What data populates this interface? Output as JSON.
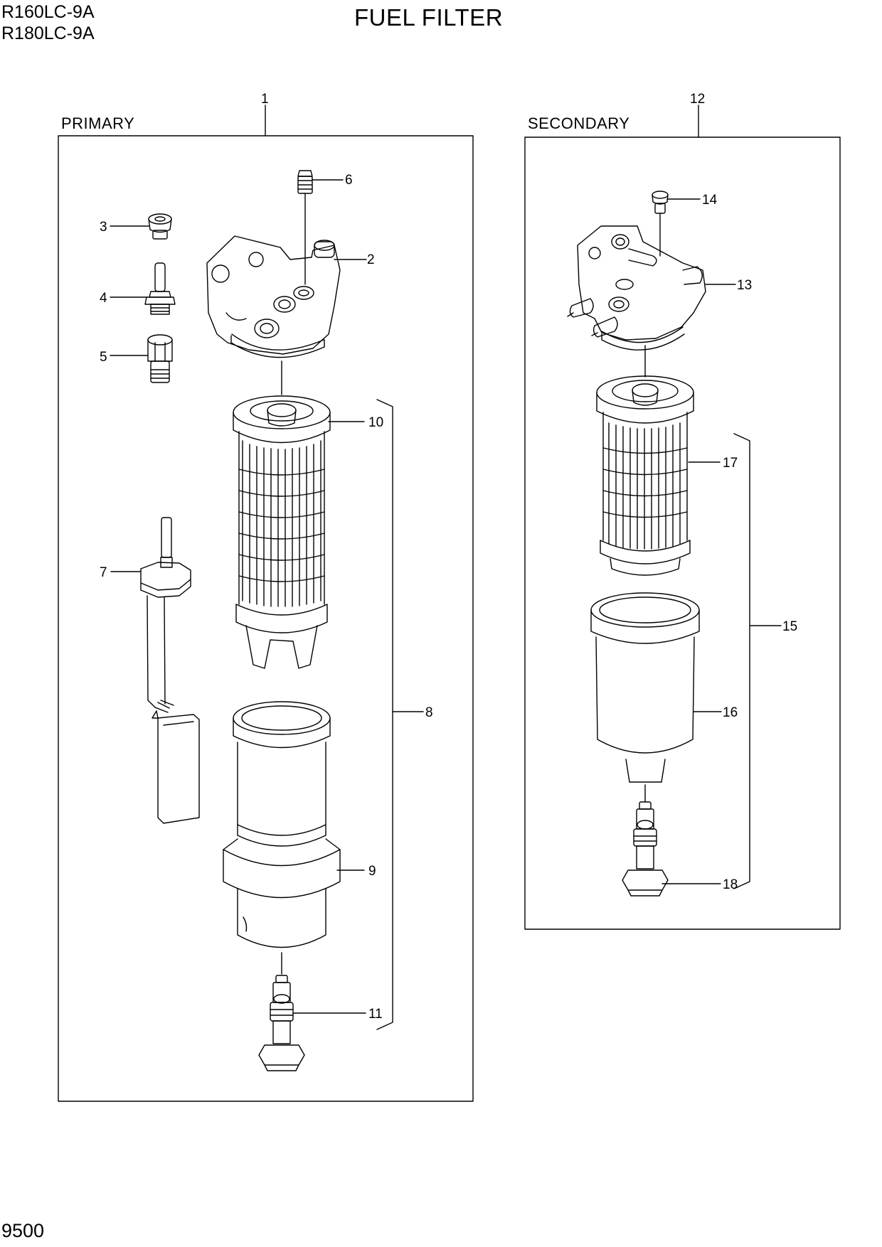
{
  "header": {
    "models": [
      "R160LC-9A",
      "R180LC-9A"
    ],
    "title": "FUEL FILTER"
  },
  "footer": {
    "page_number": "9500"
  },
  "sections": {
    "primary": {
      "name": "PRIMARY",
      "assembly_no": "1"
    },
    "secondary": {
      "name": "SECONDARY",
      "assembly_no": "12"
    }
  },
  "callouts": {
    "p2": "2",
    "p3": "3",
    "p4": "4",
    "p5": "5",
    "p6": "6",
    "p7": "7",
    "p8": "8",
    "p9": "9",
    "p10": "10",
    "p11": "11",
    "p13": "13",
    "p14": "14",
    "p15": "15",
    "p16": "16",
    "p17": "17",
    "p18": "18"
  }
}
